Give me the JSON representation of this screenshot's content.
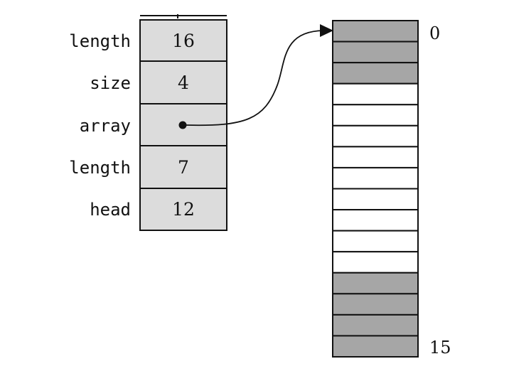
{
  "record": {
    "fields": [
      {
        "label": "length",
        "value": "16"
      },
      {
        "label": "size",
        "value": "4"
      },
      {
        "label": "array",
        "value": "",
        "pointer": true
      },
      {
        "label": "length",
        "value": "7"
      },
      {
        "label": "head",
        "value": "12"
      }
    ]
  },
  "array": {
    "cells": [
      {
        "filled": true
      },
      {
        "filled": true
      },
      {
        "filled": true
      },
      {
        "filled": false
      },
      {
        "filled": false
      },
      {
        "filled": false
      },
      {
        "filled": false
      },
      {
        "filled": false
      },
      {
        "filled": false
      },
      {
        "filled": false
      },
      {
        "filled": false
      },
      {
        "filled": false
      },
      {
        "filled": true
      },
      {
        "filled": true
      },
      {
        "filled": true
      },
      {
        "filled": true
      }
    ],
    "first_index": "0",
    "last_index": "15"
  },
  "colors": {
    "record_fill": "#dcdcdc",
    "cell_filled": "#a6a6a6",
    "cell_empty": "#ffffff",
    "stroke": "#111111"
  }
}
